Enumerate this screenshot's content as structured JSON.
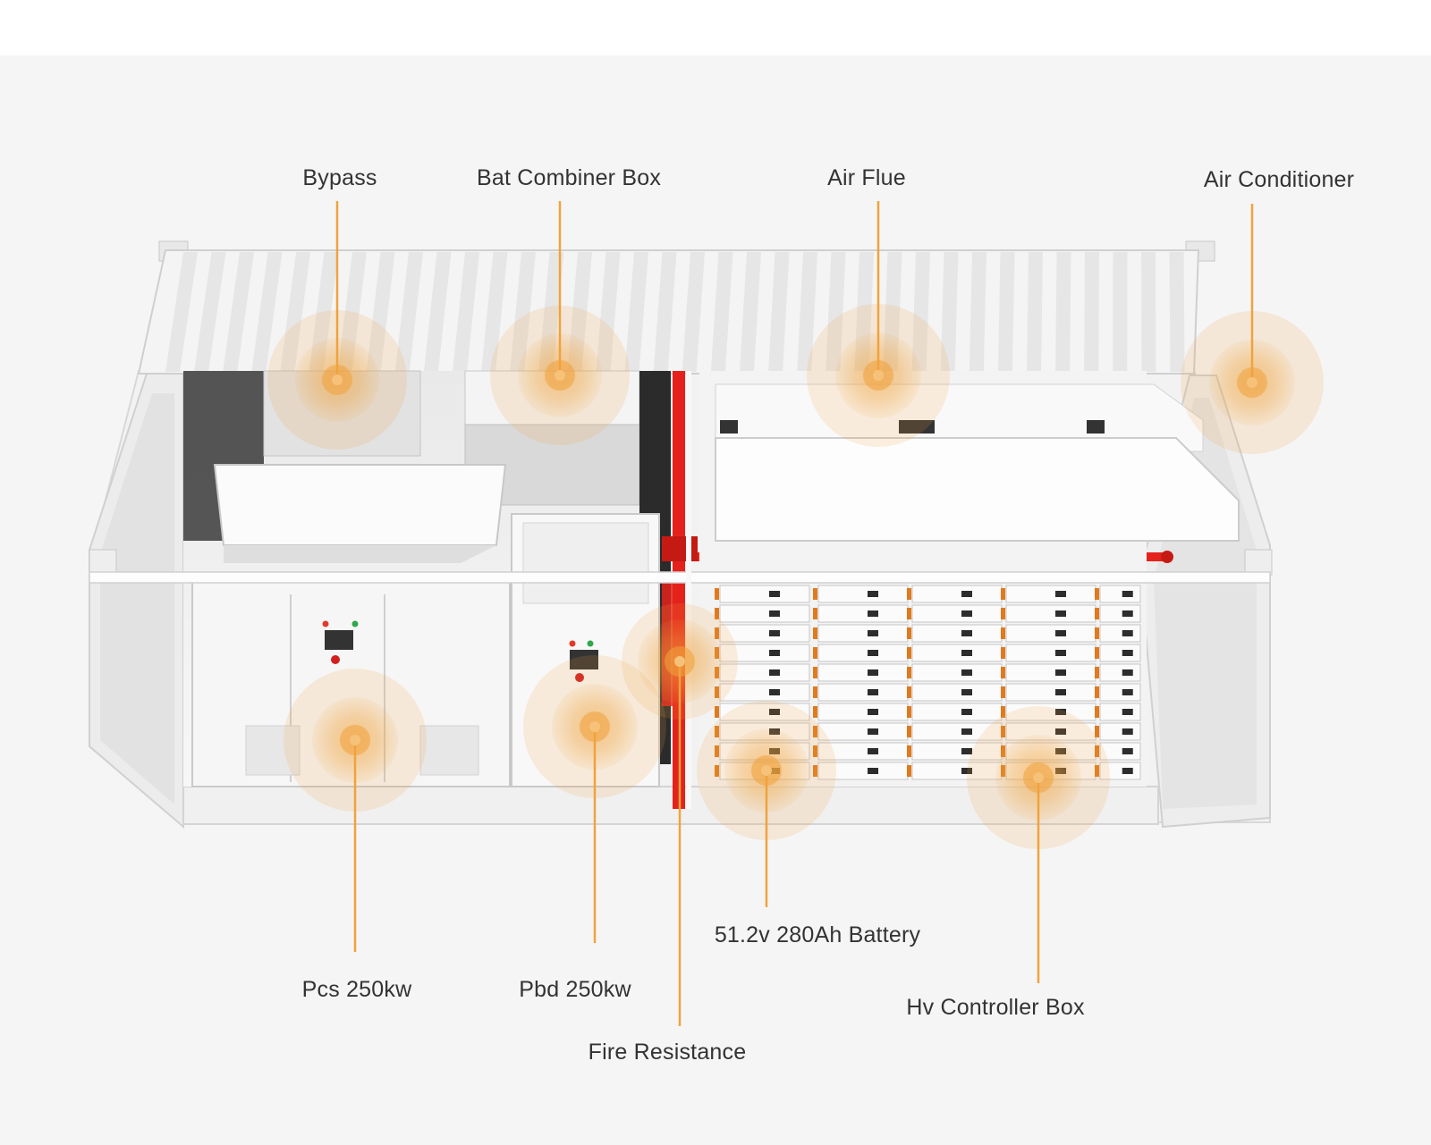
{
  "accent_color": "#f0a33c",
  "pipe_color": "#e4221b",
  "labels": {
    "bypass": "Bypass",
    "bat_combiner_box": "Bat Combiner Box",
    "air_flue": "Air Flue",
    "air_conditioner": "Air Conditioner",
    "pcs": "Pcs 250kw",
    "pbd": "Pbd 250kw",
    "fire_resistance": "Fire Resistance",
    "battery": "51.2v 280Ah Battery",
    "hv_controller_box": "Hv Controller Box"
  }
}
